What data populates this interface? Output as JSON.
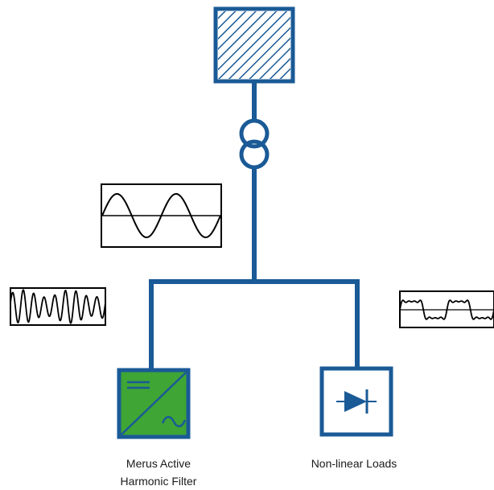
{
  "colors": {
    "grid_line": "#1a5a96",
    "filter_fill": "#3fa535",
    "waveform_stroke": "#000000",
    "diode_fill": "#1a5a96",
    "background": "#ffffff"
  },
  "components": {
    "grid_source": {
      "icon": "hatched-square-icon"
    },
    "transformer": {
      "icon": "transformer-icon"
    },
    "active_filter": {
      "icon": "converter-icon",
      "label_line1": "Merus Active",
      "label_line2": "Harmonic Filter"
    },
    "nonlinear_load": {
      "icon": "diode-icon",
      "label": "Non-linear Loads"
    }
  },
  "waveforms": {
    "grid_current": {
      "shape": "sine",
      "cycles": 2
    },
    "filter_current": {
      "shape": "high-frequency-harmonics"
    },
    "load_current": {
      "shape": "distorted-nonlinear",
      "cycles": 2
    }
  }
}
